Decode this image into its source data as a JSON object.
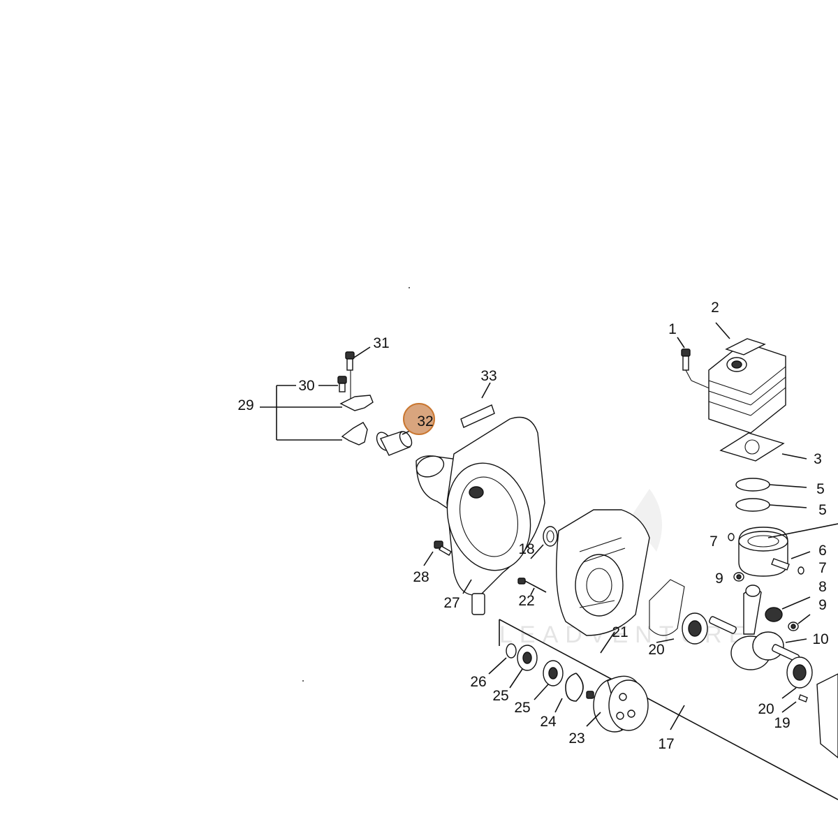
{
  "highlight": {
    "label": "32",
    "fill": "#d9a57e",
    "stroke": "#c9762f"
  },
  "watermark": "LEADVENTURE",
  "labels": {
    "p1": "1",
    "p2": "2",
    "p3": "3",
    "p5a": "5",
    "p5b": "5",
    "p6": "6",
    "p7a": "7",
    "p7b": "7",
    "p8": "8",
    "p9a": "9",
    "p9b": "9",
    "p10": "10",
    "p17": "17",
    "p18": "18",
    "p19": "19",
    "p20a": "20",
    "p20b": "20",
    "p21": "21",
    "p22": "22",
    "p23": "23",
    "p24": "24",
    "p25a": "25",
    "p25b": "25",
    "p26": "26",
    "p27": "27",
    "p28": "28",
    "p29": "29",
    "p30": "30",
    "p31": "31",
    "p33": "33"
  }
}
